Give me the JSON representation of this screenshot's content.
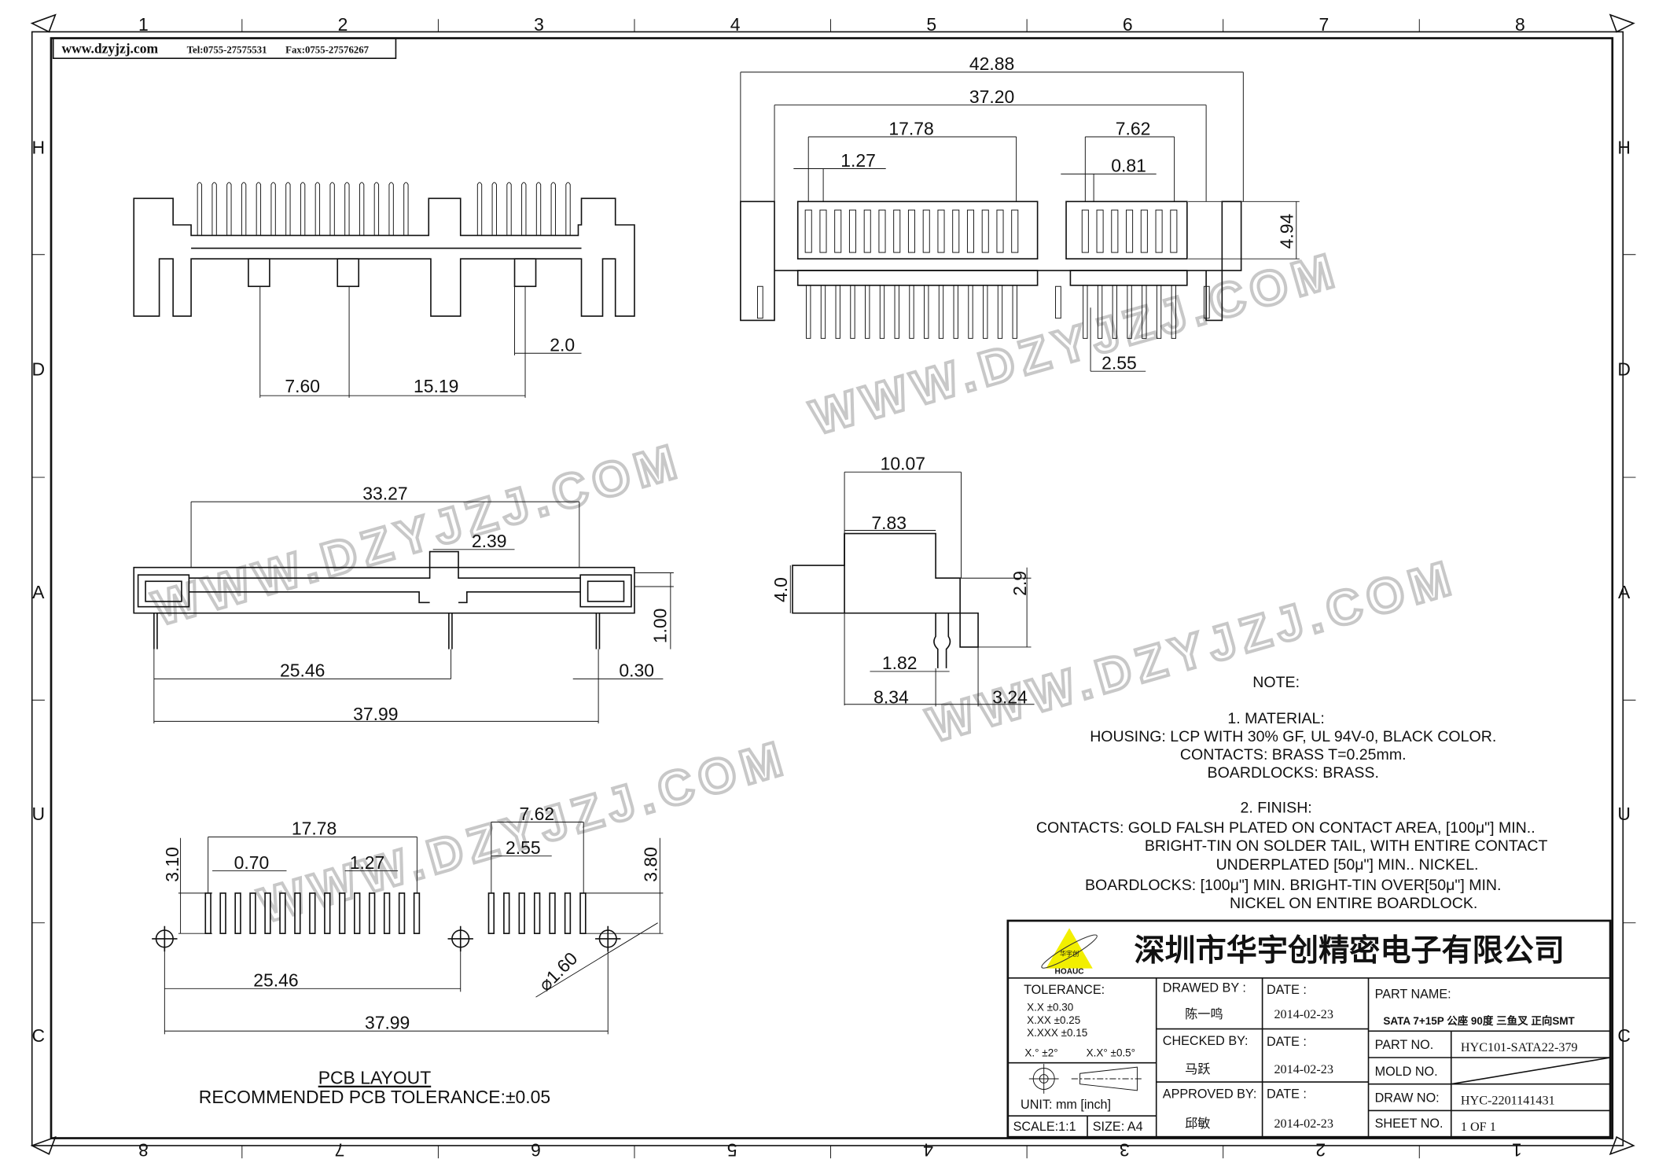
{
  "header": {
    "website": "www.dzyjzj.com",
    "tel": "Tel:0755-27575531",
    "fax": "Fax:0755-27576267"
  },
  "frame": {
    "columns_top": [
      "1",
      "2",
      "3",
      "4",
      "5",
      "6",
      "7",
      "8"
    ],
    "columns_bottom": [
      "8",
      "7",
      "6",
      "5",
      "4",
      "3",
      "2",
      "1"
    ],
    "rows": [
      "H",
      "D",
      "A",
      "U",
      "C"
    ]
  },
  "watermark": "WWW.DZYJZJ.COM",
  "views": {
    "top_left": {
      "d1": "7.60",
      "d2": "15.19",
      "d3": "2.0"
    },
    "top_right": {
      "d1": "42.88",
      "d2": "37.20",
      "d3": "17.78",
      "d4": "7.62",
      "d5": "1.27",
      "d6": "0.81",
      "d7": "4.94",
      "d8": "2.55"
    },
    "mid_left": {
      "d1": "33.27",
      "d2": "2.39",
      "d3": "25.46",
      "d4": "0.30",
      "d5": "37.99",
      "d6": "1.00"
    },
    "side": {
      "d1": "10.07",
      "d2": "7.83",
      "d3": "4.0",
      "d4": "2.9",
      "d5": "1.82",
      "d6": "8.34",
      "d7": "3.24"
    },
    "pcb": {
      "d1": "17.78",
      "d2": "7.62",
      "d3": "3.10",
      "d4": "0.70",
      "d5": "1.27",
      "d6": "2.55",
      "d7": "3.80",
      "d8": "25.46",
      "d9": "37.99",
      "d10": "⌀1.60",
      "title": "PCB LAYOUT",
      "tolerance": "RECOMMENDED PCB TOLERANCE:±0.05"
    }
  },
  "notes": {
    "title": "NOTE:",
    "lines": [
      "1. MATERIAL:",
      "HOUSING: LCP WITH 30% GF, UL 94V-0, BLACK COLOR.",
      "CONTACTS: BRASS T=0.25mm.",
      "BOARDLOCKS: BRASS.",
      "2. FINISH:",
      "CONTACTS:   GOLD FALSH PLATED ON CONTACT AREA,  [100μ\"] MIN..",
      "BRIGHT-TIN ON SOLDER TAIL, WITH ENTIRE CONTACT",
      "UNDERPLATED  [50μ\"] MIN.. NICKEL.",
      "BOARDLOCKS: [100μ\"] MIN. BRIGHT-TIN OVER[50μ\"] MIN.",
      "NICKEL ON ENTIRE BOARDLOCK."
    ]
  },
  "title_block": {
    "logo_text": "华宇创",
    "logo_brand": "HOAUC",
    "company": "深圳市华宇创精密电子有限公司",
    "tolerance_label": "TOLERANCE:",
    "tolerances": [
      "X.X    ±0.30",
      "X.XX   ±0.25",
      "X.XXX ±0.15"
    ],
    "angle_tol": [
      "X.° ±2°",
      "X.X° ±0.5°"
    ],
    "unit": "UNIT:  mm  [inch]",
    "scale": "SCALE:1:1",
    "size": "SIZE:  A4",
    "drawed_label": "DRAWED BY :",
    "drawed_by": "陈一鸣",
    "checked_label": "CHECKED BY:",
    "checked_by": "马跃",
    "approved_label": "APPROVED BY:",
    "approved_by": "邱敏",
    "date_label": "DATE :",
    "dates": [
      "2014-02-23",
      "2014-02-23",
      "2014-02-23"
    ],
    "part_name_label": "PART NAME:",
    "part_name": "SATA 7+15P 公座 90度 三鱼叉 正向SMT",
    "part_no_label": "PART NO.",
    "part_no": "HYC101-SATA22-379",
    "mold_no_label": "MOLD NO.",
    "draw_no_label": "DRAW NO:",
    "draw_no": "HYC-2201141431",
    "sheet_no_label": "SHEET NO.",
    "sheet_no": "1 OF 1"
  }
}
